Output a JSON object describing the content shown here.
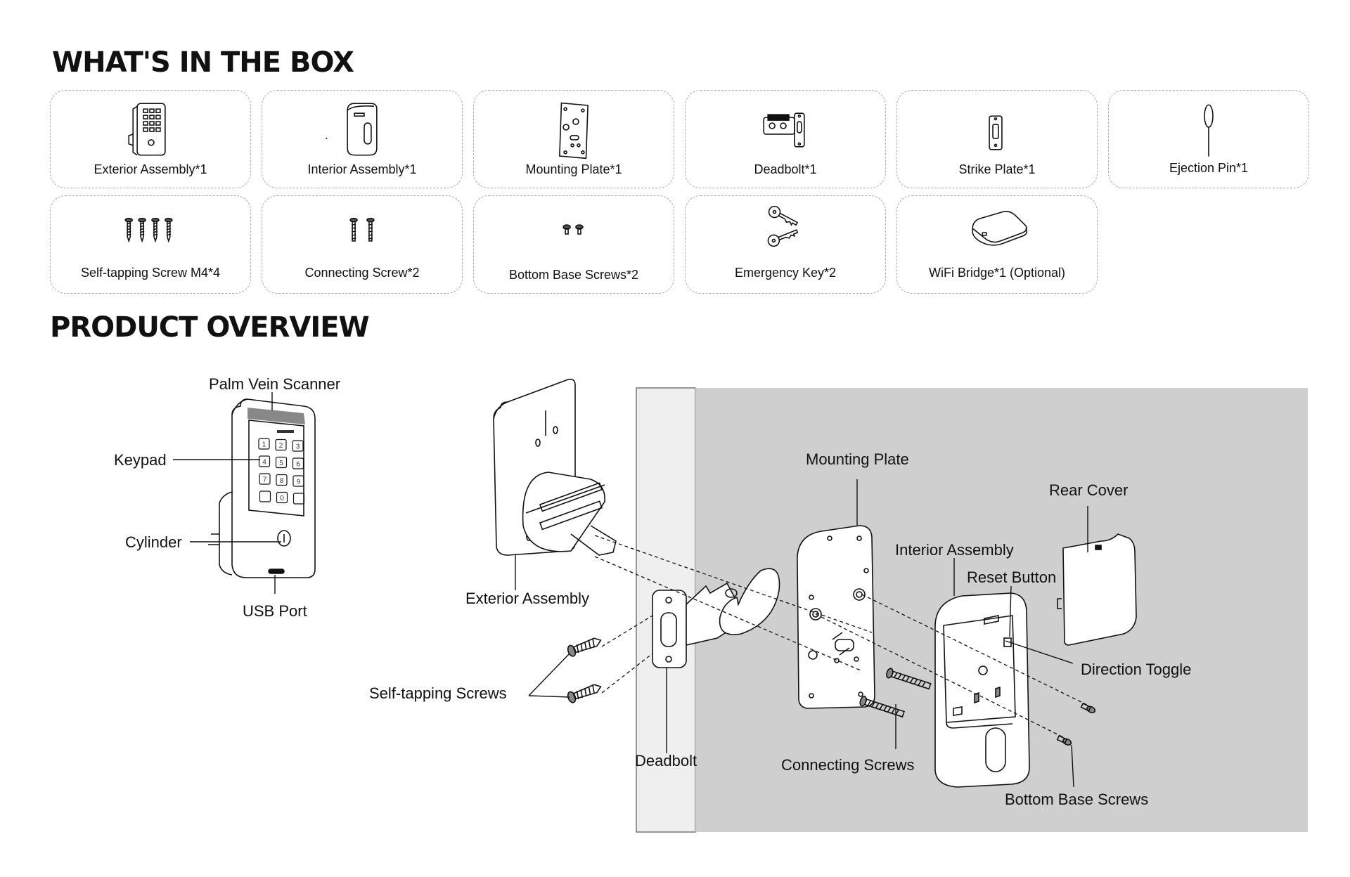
{
  "sections": {
    "box_title": "WHAT'S IN THE BOX",
    "overview_title": "PRODUCT OVERVIEW"
  },
  "box_items": [
    {
      "label": "Exterior Assembly*1",
      "icon": "exterior-assembly-icon"
    },
    {
      "label": "Interior Assembly*1",
      "icon": "interior-assembly-icon"
    },
    {
      "label": "Mounting Plate*1",
      "icon": "mounting-plate-icon"
    },
    {
      "label": "Deadbolt*1",
      "icon": "deadbolt-icon"
    },
    {
      "label": "Strike Plate*1",
      "icon": "strike-plate-icon"
    },
    {
      "label": "Ejection Pin*1",
      "icon": "ejection-pin-icon"
    },
    {
      "label": "Self-tapping Screw M4*4",
      "icon": "self-tapping-screws-icon"
    },
    {
      "label": "Connecting Screw*2",
      "icon": "connecting-screws-icon"
    },
    {
      "label": "Bottom Base Screws*2",
      "icon": "bottom-base-screws-icon"
    },
    {
      "label": "Emergency Key*2",
      "icon": "emergency-keys-icon"
    },
    {
      "label": "WiFi Bridge*1 (Optional)",
      "icon": "wifi-bridge-icon"
    }
  ],
  "overview": {
    "front_labels": {
      "palm_vein_scanner": "Palm Vein Scanner",
      "keypad": "Keypad",
      "cylinder": "Cylinder",
      "usb_port": "USB Port"
    },
    "keypad_keys": [
      "1",
      "2",
      "3",
      "4",
      "5",
      "6",
      "7",
      "8",
      "9",
      "",
      "0",
      ""
    ],
    "exploded_labels": {
      "exterior_assembly": "Exterior Assembly",
      "self_tapping_screws": "Self-tapping Screws",
      "deadbolt": "Deadbolt",
      "mounting_plate": "Mounting Plate",
      "connecting_screws": "Connecting Screws",
      "interior_assembly": "Interior Assembly",
      "reset_button": "Reset Button",
      "rear_cover": "Rear Cover",
      "direction_toggle": "Direction Toggle",
      "bottom_base_screws": "Bottom Base Screws"
    }
  },
  "colors": {
    "ink": "#111111",
    "card_border": "#a9a9a9",
    "door_face": "#efefef",
    "door_frame": "#cfcfcf"
  }
}
